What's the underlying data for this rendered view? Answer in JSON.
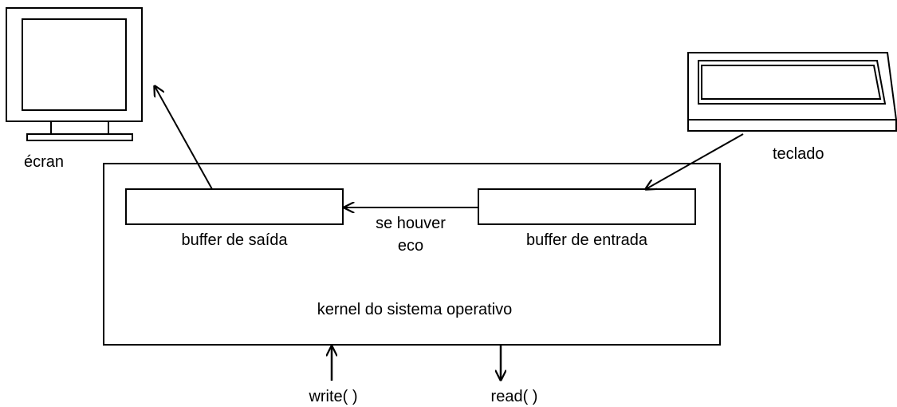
{
  "labels": {
    "screen": "écran",
    "keyboard": "teclado",
    "output_buffer": "buffer de saída",
    "input_buffer": "buffer de entrada",
    "echo_line1": "se houver",
    "echo_line2": "eco",
    "kernel": "kernel do sistema operativo",
    "write_call": "write( )",
    "read_call": "read( )"
  },
  "colors": {
    "stroke": "#000000",
    "background": "#ffffff",
    "text": "#000000"
  }
}
